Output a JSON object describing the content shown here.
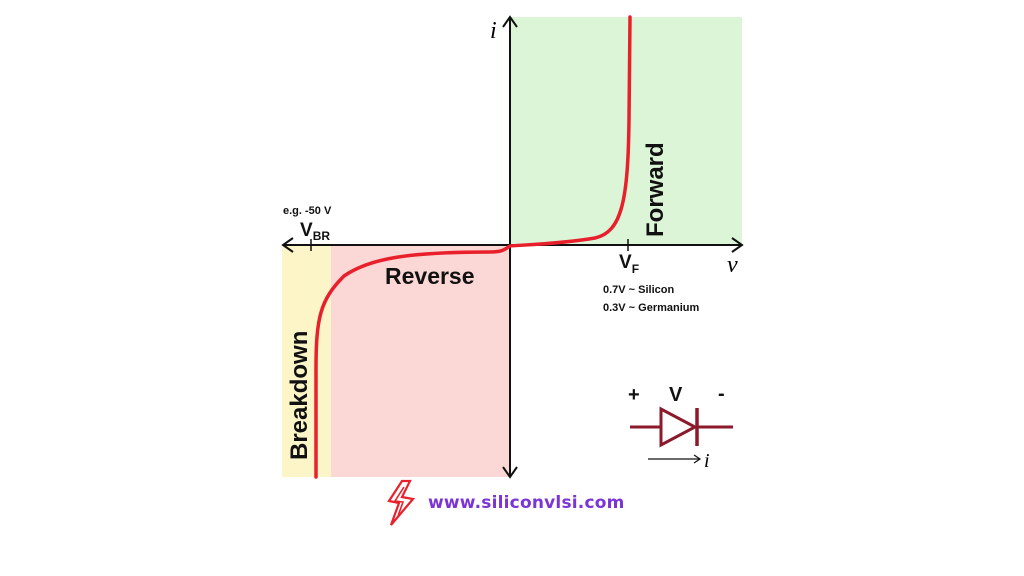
{
  "diagram": {
    "axes": {
      "y_label": "i",
      "x_label": "v"
    },
    "regions": {
      "forward": "Forward",
      "reverse": "Reverse",
      "breakdown": "Breakdown"
    },
    "breakdown_voltage": {
      "example": "e.g. -50 V",
      "symbol": "V",
      "subscript": "BR"
    },
    "forward_voltage": {
      "symbol": "V",
      "subscript": "F",
      "notes": [
        "0.7V ~ Silicon",
        "0.3V ~ Germanium"
      ]
    },
    "diode_symbol": {
      "plus": "+",
      "voltage": "V",
      "minus": "-",
      "current": "i"
    },
    "colors": {
      "forward_fill": "#dcf5d6",
      "reverse_fill": "#fbd7d5",
      "breakdown_fill": "#fbf5c8",
      "curve": "#e8202b",
      "diode": "#8b1a2b",
      "brand": "#7b35d6",
      "logo": "#e8202b"
    }
  },
  "footer": {
    "url": "www.siliconvlsi.com",
    "logo_icon": "lightning-bolt-icon"
  }
}
